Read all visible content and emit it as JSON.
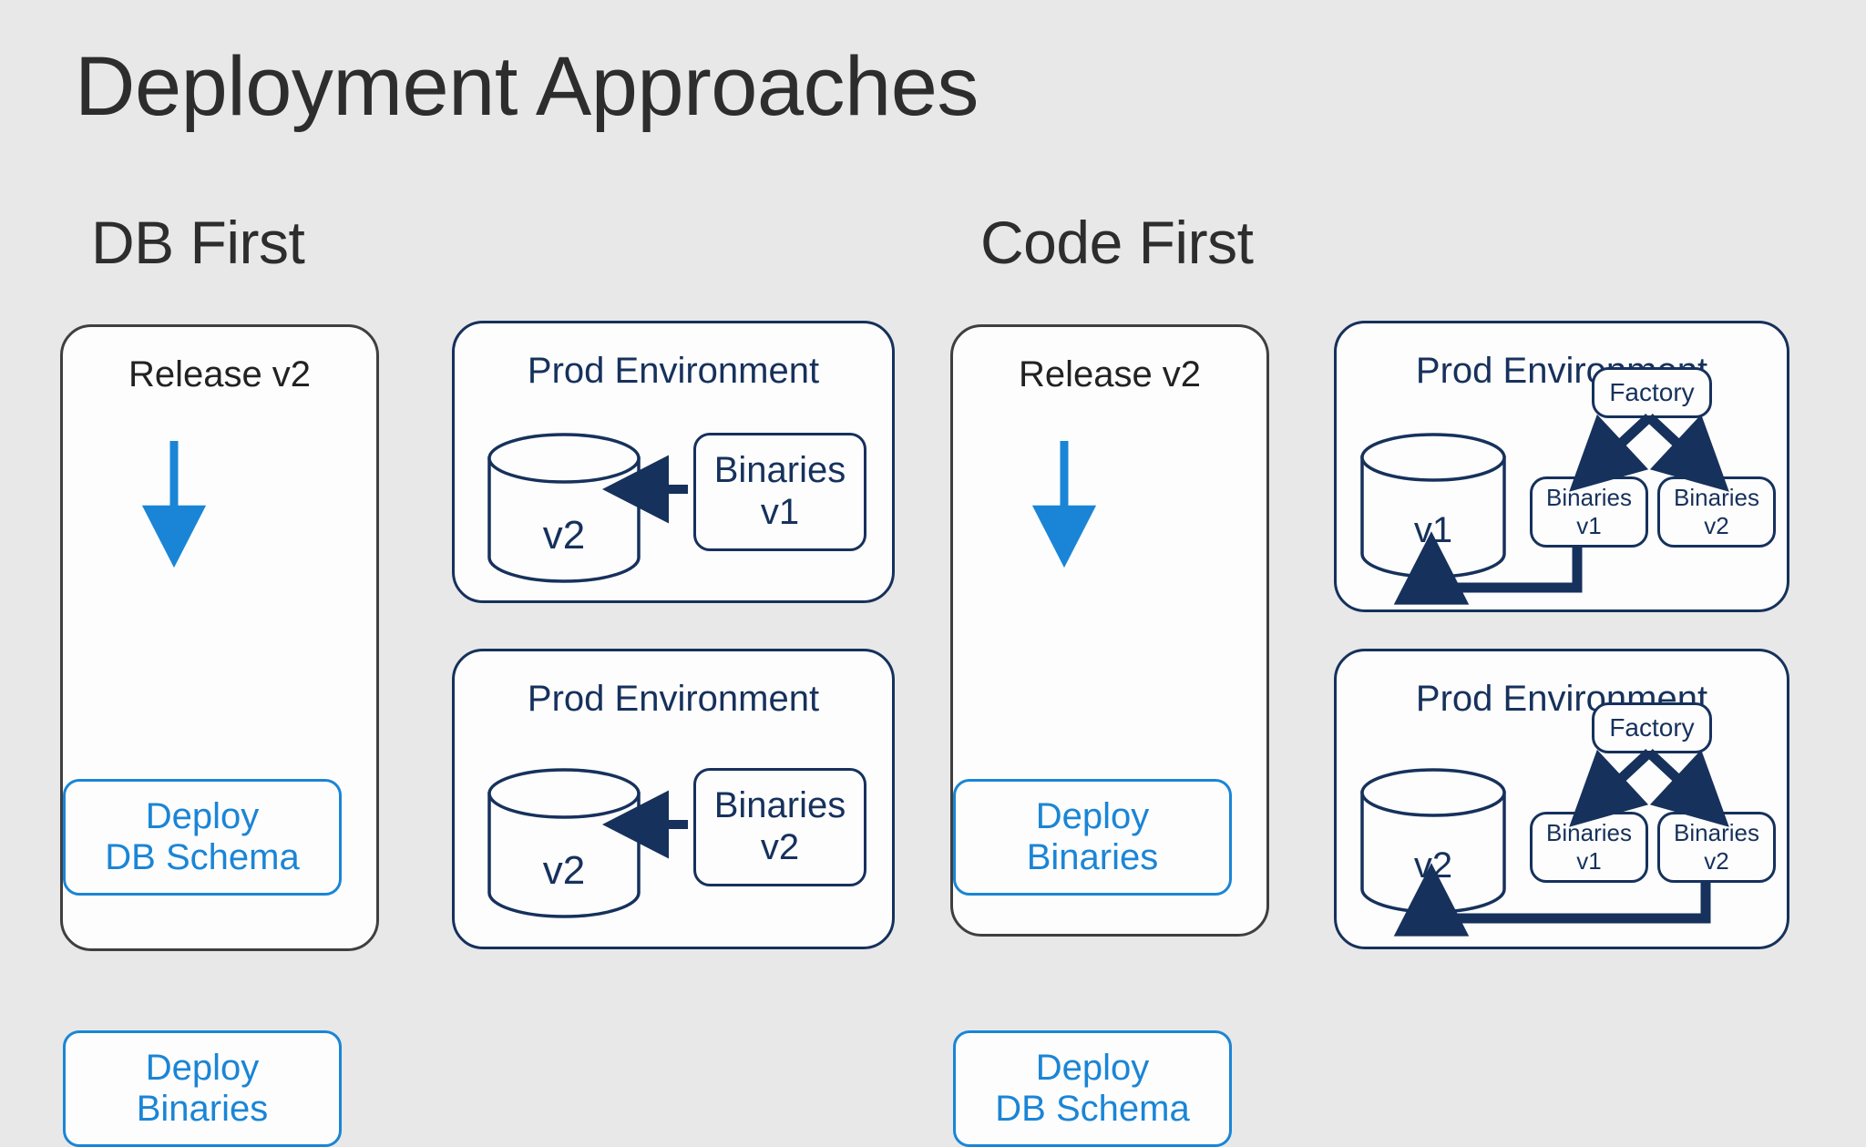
{
  "slide": {
    "background_color": "#e8e8e8",
    "title": "Deployment Approaches"
  },
  "colors": {
    "blue_accent": "#1a85d6",
    "navy": "#16315c",
    "title_text": "#2d2d2d",
    "panel_fill": "#fdfdfd",
    "release_border": "#3f3f3f"
  },
  "sections": [
    {
      "id": "db-first",
      "title": "DB First",
      "release_panel": {
        "heading": "Release v2",
        "steps": [
          {
            "label": "Deploy\nDB Schema"
          },
          {
            "label": "Deploy\nBinaries"
          }
        ],
        "flow": "step1-down-to-step2"
      },
      "prod_panels": [
        {
          "heading": "Prod Environment",
          "database": {
            "version": "v2"
          },
          "binaries": [
            {
              "label": "Binaries\nv1"
            }
          ],
          "arrow": "binaries-to-database"
        },
        {
          "heading": "Prod Environment",
          "database": {
            "version": "v2"
          },
          "binaries": [
            {
              "label": "Binaries\nv2"
            }
          ],
          "arrow": "binaries-to-database"
        }
      ]
    },
    {
      "id": "code-first",
      "title": "Code First",
      "release_panel": {
        "heading": "Release v2",
        "steps": [
          {
            "label": "Deploy\nBinaries"
          },
          {
            "label": "Deploy\nDB Schema"
          }
        ],
        "flow": "step1-down-to-step2"
      },
      "prod_panels": [
        {
          "heading": "Prod Environment",
          "database": {
            "version": "v1"
          },
          "factory": {
            "label": "Factory"
          },
          "binaries": [
            {
              "label": "Binaries\nv1"
            },
            {
              "label": "Binaries\nv2"
            }
          ],
          "arrow": "binaries-v1-to-database"
        },
        {
          "heading": "Prod Environment",
          "database": {
            "version": "v2"
          },
          "factory": {
            "label": "Factory"
          },
          "binaries": [
            {
              "label": "Binaries\nv1"
            },
            {
              "label": "Binaries\nv2"
            }
          ],
          "arrow": "binaries-v2-to-database"
        }
      ]
    }
  ]
}
